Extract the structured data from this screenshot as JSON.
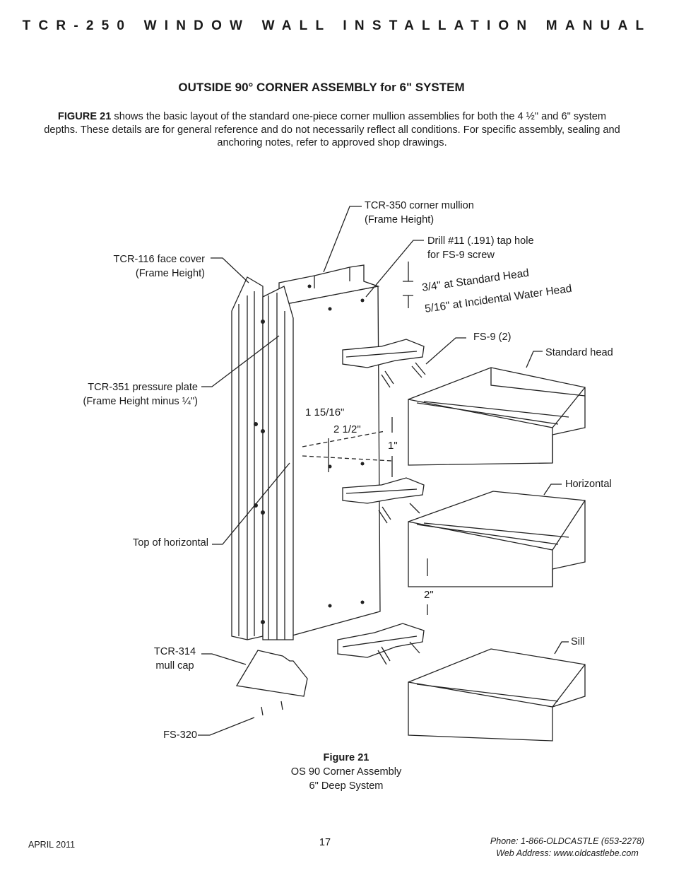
{
  "header": {
    "title": "TCR-250 WINDOW WALL INSTALLATION MANUAL"
  },
  "section": {
    "title": "OUTSIDE 90° CORNER ASSEMBLY for 6\" SYSTEM",
    "intro_lead": "FIGURE 21",
    "intro_body": "shows the basic layout of the standard one-piece corner mullion assemblies for both the 4 ½\" and 6\" system depths.  These details are for general reference and do not necessarily reflect all conditions.  For specific assembly, sealing and anchoring notes, refer to approved shop drawings."
  },
  "figure": {
    "labels": {
      "tcr350_line1": "TCR-350 corner mullion",
      "tcr350_line2": "(Frame Height)",
      "drill_line1": "Drill #11 (.191) tap hole",
      "drill_line2": "for FS-9 screw",
      "tcr116_line1": "TCR-116 face cover",
      "tcr116_line2": "(Frame Height)",
      "std_head_dim": "3/4\" at Standard Head",
      "water_head_dim": "5/16\" at Incidental Water Head",
      "fs9": "FS-9 (2)",
      "standard_head": "Standard head",
      "tcr351_line1": "TCR-351 pressure plate",
      "tcr351_line2": "(Frame Height minus ¼\")",
      "dim_1_15_16": "1 15/16\"",
      "dim_2_1_2": "2 1/2\"",
      "dim_1": "1\"",
      "horizontal": "Horizontal",
      "top_of_horizontal": "Top of horizontal",
      "dim_2": "2\"",
      "tcr314_line1": "TCR-314",
      "tcr314_line2": "mull cap",
      "sill": "Sill",
      "fs320": "FS-320"
    },
    "caption_title": "Figure 21",
    "caption_line1": "OS 90 Corner Assembly",
    "caption_line2": "6\" Deep System"
  },
  "footer": {
    "date": "APRIL 2011",
    "page": "17",
    "phone": "Phone: 1-866-OLDCASTLE (653-2278)",
    "web": "Web Address: www.oldcastlebe.com"
  }
}
